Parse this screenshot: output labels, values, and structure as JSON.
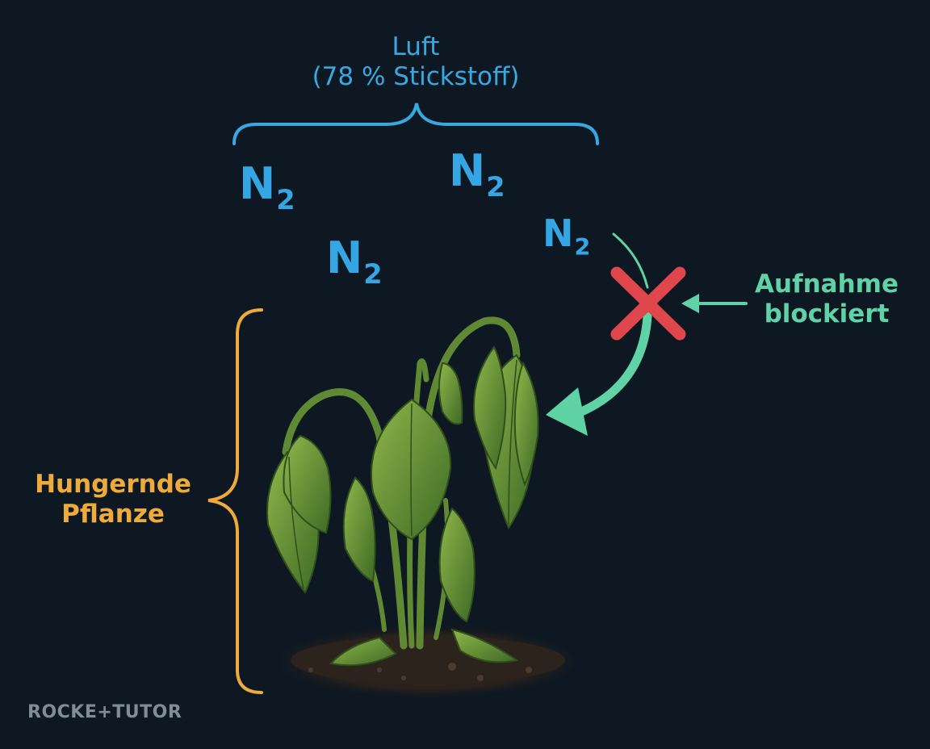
{
  "air_label": {
    "line1": "Luft",
    "line2": "(78 % Stickstoff)"
  },
  "molecules": [
    {
      "symbol": "N",
      "sub": "2"
    },
    {
      "symbol": "N",
      "sub": "2"
    },
    {
      "symbol": "N",
      "sub": "2"
    },
    {
      "symbol": "N",
      "sub": "2"
    }
  ],
  "blocked_label": {
    "line1": "Aufnahme",
    "line2": "blockiert"
  },
  "plant_label": {
    "line1": "Hungernde",
    "line2": "Pflanze"
  },
  "brand": "ROCKE+TUTOR",
  "colors": {
    "background": "#0d1822",
    "air": "#3aa8e0",
    "blocked": "#5fd3a5",
    "cross": "#e0474c",
    "plant_label": "#eeab3c"
  },
  "icons": [
    "wilted-plant-icon",
    "blocked-cross-icon",
    "curved-arrow-icon"
  ]
}
